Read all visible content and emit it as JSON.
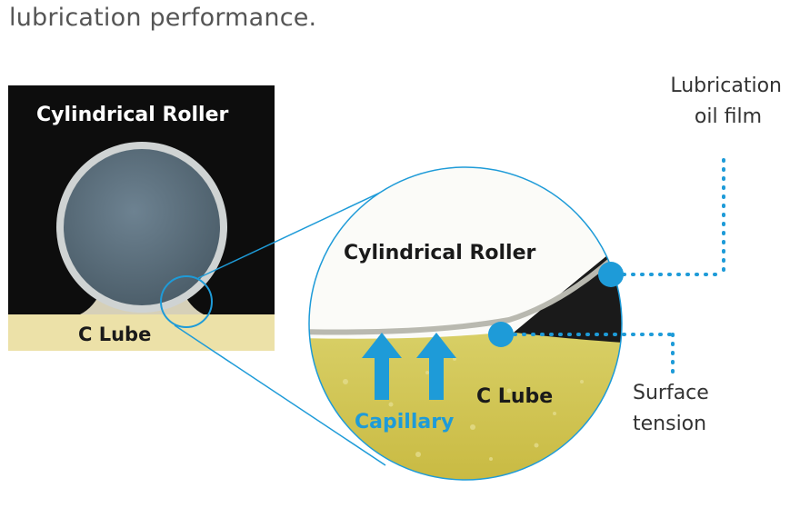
{
  "headline": "lubrication performance.",
  "photo": {
    "roller_label": "Cylindrical Roller",
    "lube_label": "C Lube"
  },
  "zoom": {
    "roller_label": "Cylindrical Roller",
    "lube_label": "C Lube",
    "capillary_label": "Capillary"
  },
  "callouts": {
    "oil_film": [
      "Lubrication",
      "oil film"
    ],
    "surface_tension": [
      "Surface",
      "tension"
    ]
  },
  "colors": {
    "accent": "#1e9bd8",
    "photo_bg": "#0d0d0d",
    "lube": "#e8dca0",
    "roller": "#5f7482"
  }
}
